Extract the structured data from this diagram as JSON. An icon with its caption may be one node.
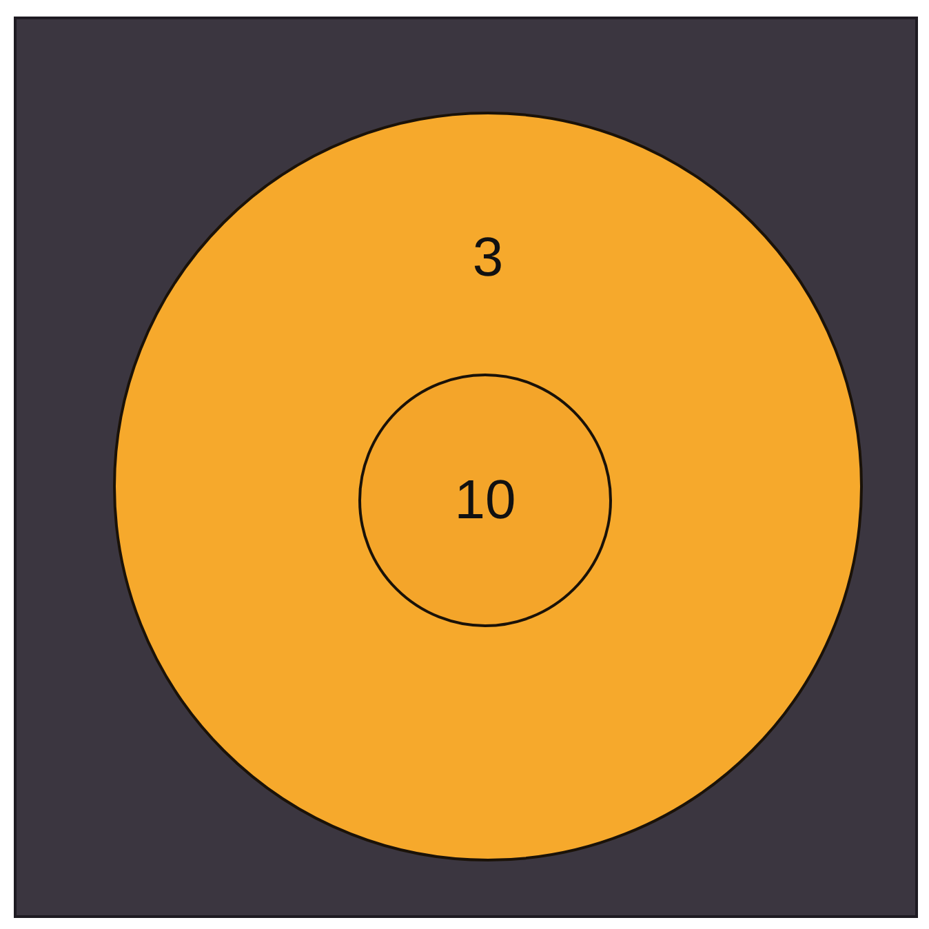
{
  "diagram": {
    "nodes": [
      {
        "text": [
          "3"
        ]
      },
      {
        "text": [
          "10"
        ],
        "in": 0
      }
    ]
  }
}
